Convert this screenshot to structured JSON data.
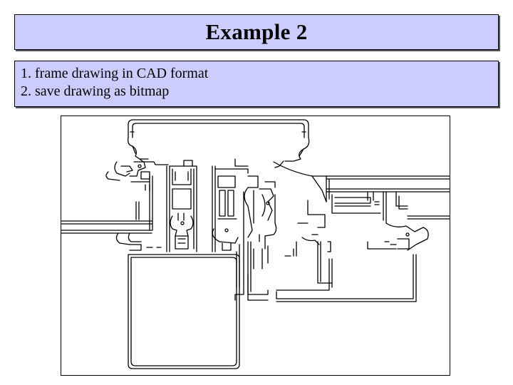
{
  "slide": {
    "title": "Example 2",
    "bullets": [
      "1. frame drawing in CAD format",
      "2. save drawing as bitmap"
    ]
  },
  "colors": {
    "box_fill": "#ccccff",
    "border": "#000000",
    "background": "#ffffff"
  }
}
